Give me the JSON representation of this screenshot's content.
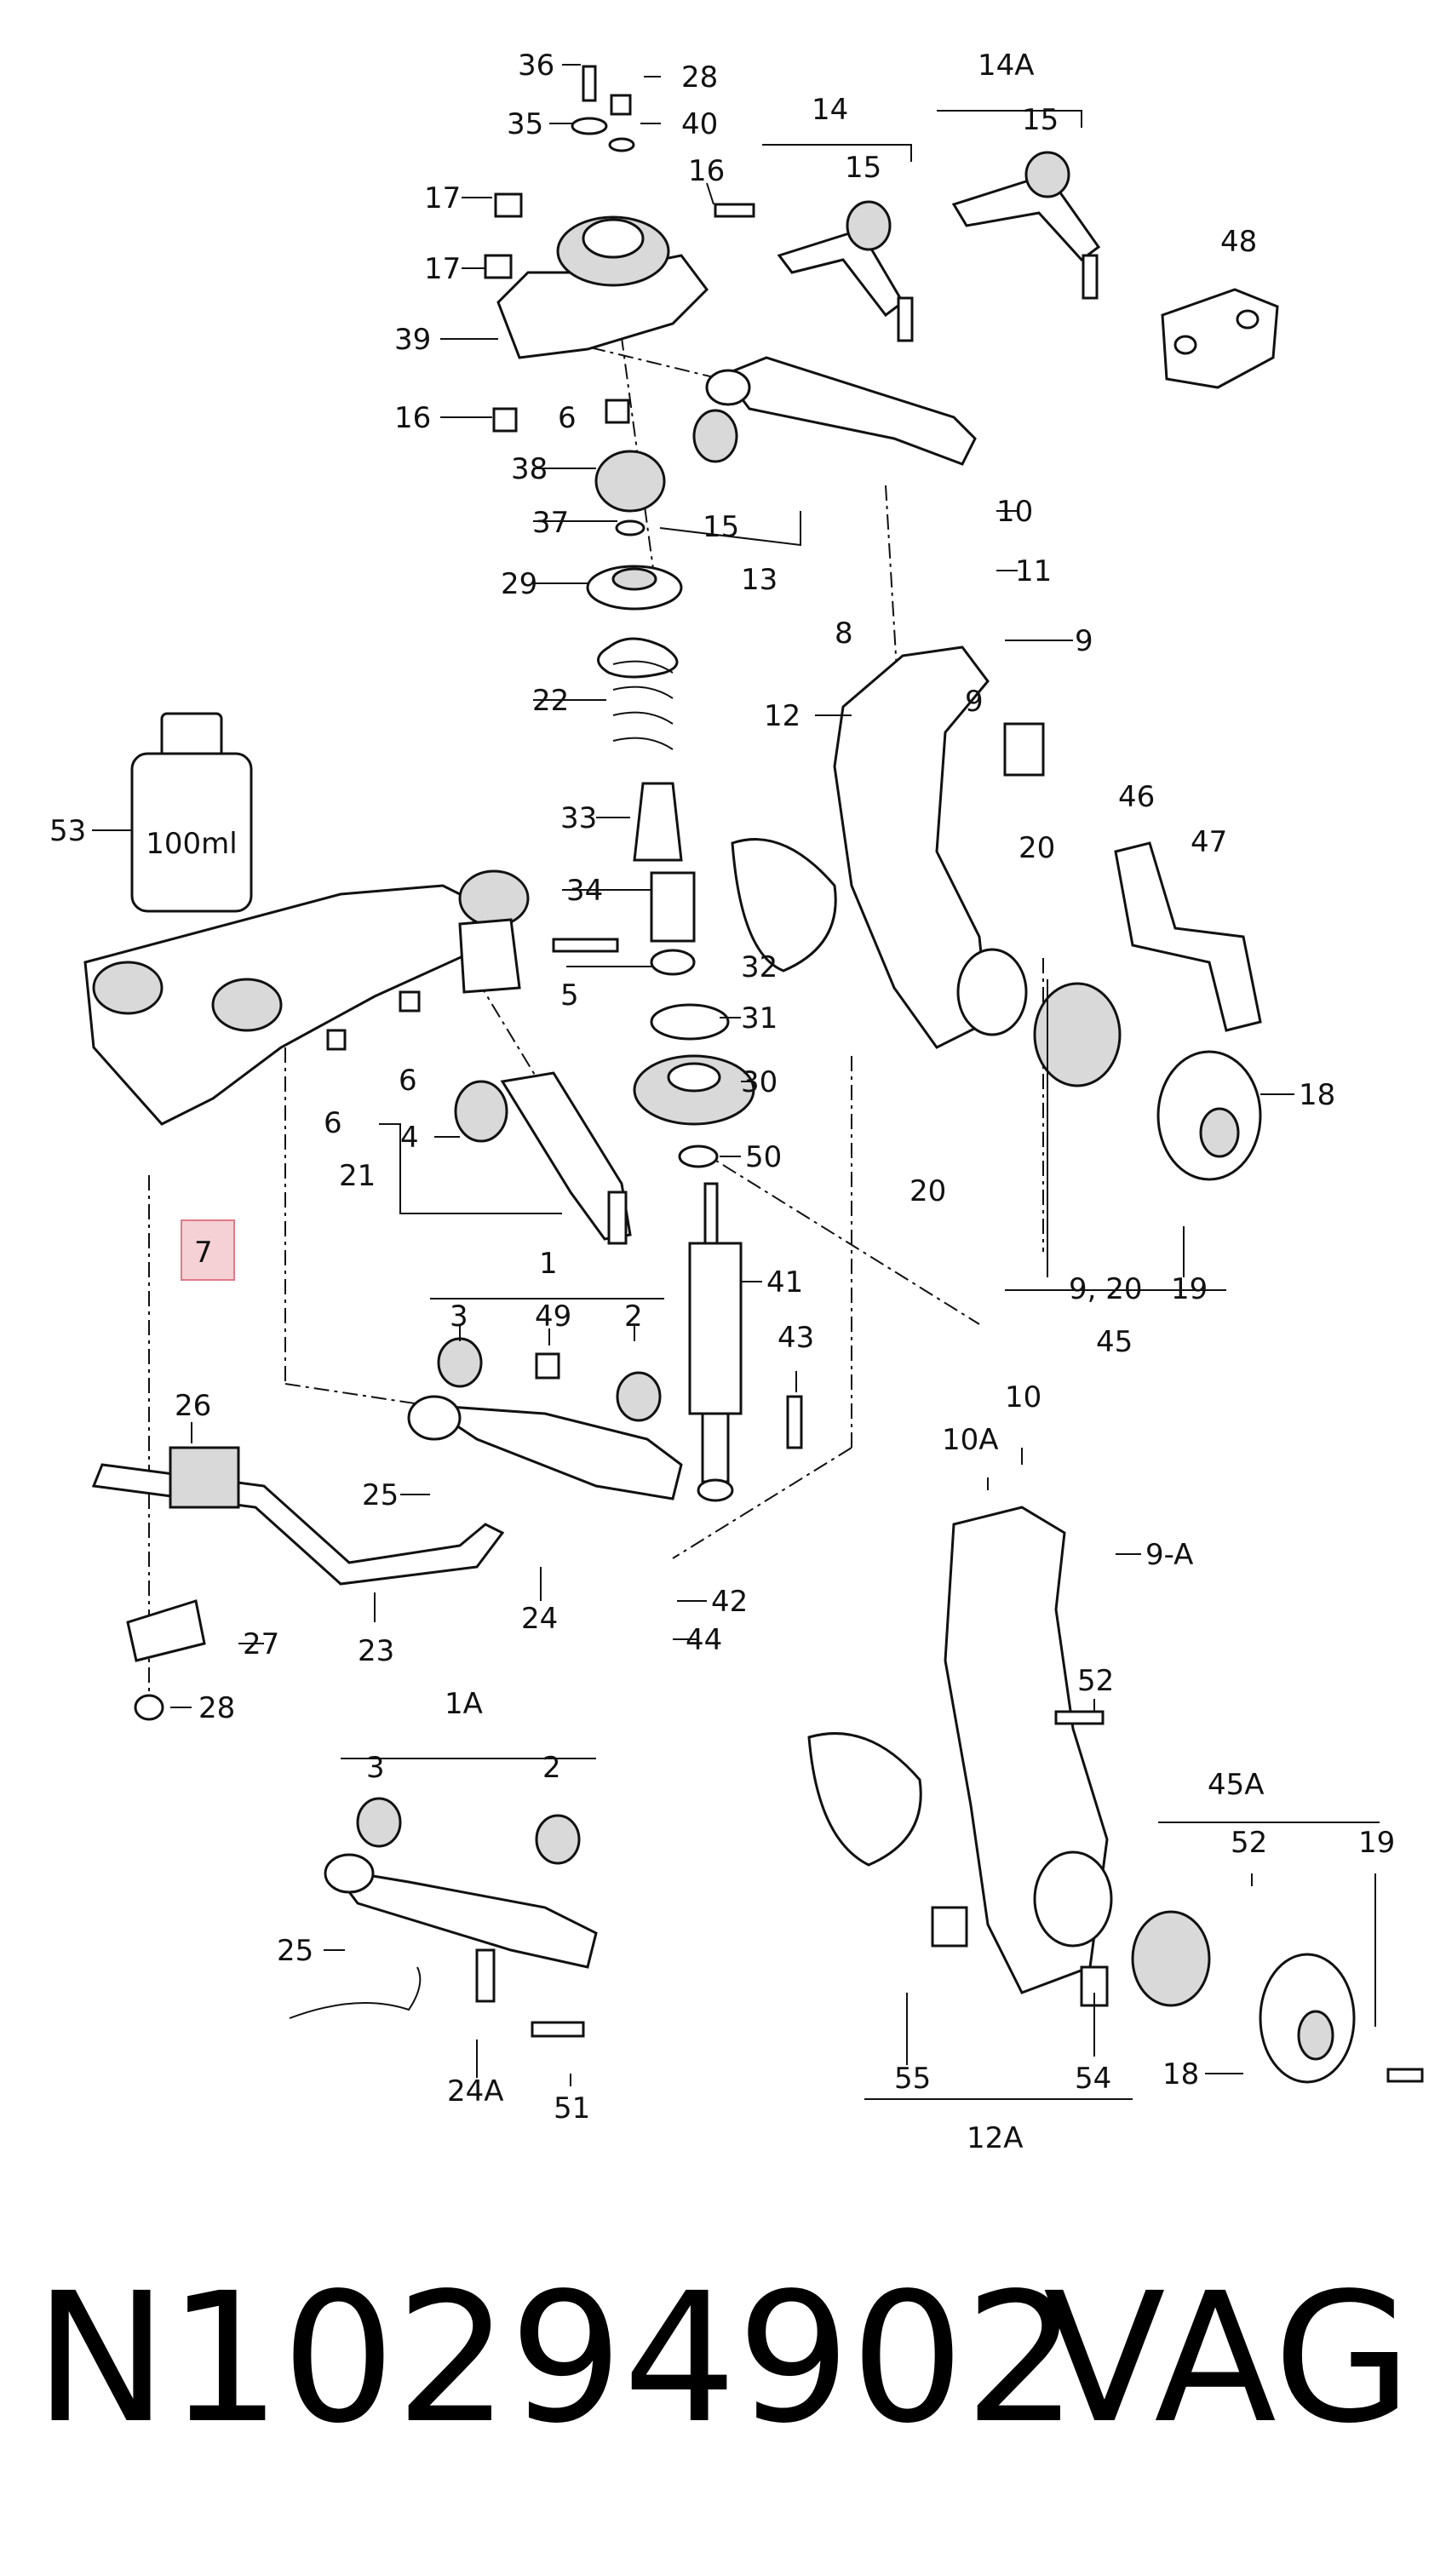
{
  "diagram": {
    "callouts": [
      "36",
      "28",
      "35",
      "40",
      "14",
      "14A",
      "15",
      "15",
      "17",
      "16",
      "17",
      "48",
      "39",
      "16",
      "6",
      "38",
      "15",
      "13",
      "10",
      "37",
      "11",
      "29",
      "8",
      "9",
      "12",
      "9",
      "22",
      "53",
      "46",
      "33",
      "47",
      "20",
      "34",
      "5",
      "32",
      "31",
      "6",
      "6",
      "30",
      "18",
      "20",
      "50",
      "4",
      "21",
      "7",
      "41",
      "9, 20",
      "19",
      "45",
      "1",
      "3",
      "49",
      "2",
      "43",
      "26",
      "10A",
      "10",
      "25",
      "42",
      "9-A",
      "27",
      "23",
      "24",
      "44",
      "28",
      "52",
      "1A",
      "3",
      "2",
      "45A",
      "52",
      "19",
      "25",
      "24A",
      "51",
      "55",
      "54",
      "18",
      "12A"
    ],
    "bottle_label": "100ml"
  },
  "footer": {
    "part_number": "N10294902",
    "brand": "VAG"
  },
  "colors": {
    "highlight_fill": "#f5d0d4",
    "highlight_border": "#e07a87",
    "ink": "#111111"
  }
}
